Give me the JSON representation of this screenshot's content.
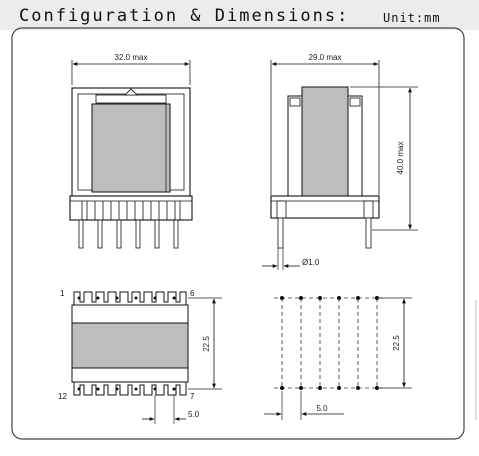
{
  "header": {
    "title": "Configuration & Dimensions:",
    "unit": "Unit:mm"
  },
  "front_view": {
    "width_label": "32.0 max"
  },
  "side_view": {
    "width_label": "29.0 max",
    "height_label": "40.0 max",
    "pin_diameter_label": "Ø1.0"
  },
  "bottom_view": {
    "pin_top_left": "1",
    "pin_top_right": "6",
    "pin_bottom_left": "12",
    "pin_bottom_right": "7",
    "row_spacing_label": "22.5",
    "pin_pitch_label": "5.0"
  },
  "pcb_layout": {
    "row_spacing_label": "22.5",
    "pin_pitch_label": "5.0"
  }
}
